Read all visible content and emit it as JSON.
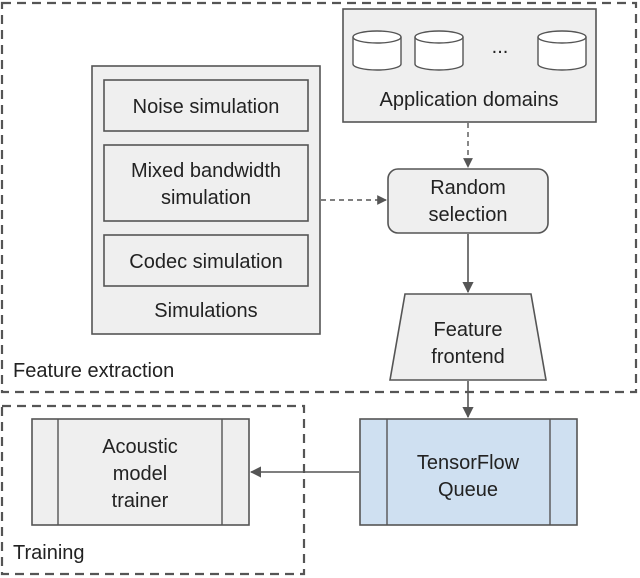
{
  "regions": {
    "feature_extraction": "Feature extraction",
    "training": "Training"
  },
  "nodes": {
    "application_domains": "Application domains",
    "ellipsis": "...",
    "simulations": "Simulations",
    "noise_simulation": "Noise simulation",
    "mixed_bandwidth_line1": "Mixed bandwidth",
    "mixed_bandwidth_line2": "simulation",
    "codec_simulation": "Codec simulation",
    "random_selection_line1": "Random",
    "random_selection_line2": "selection",
    "feature_frontend_line1": "Feature",
    "feature_frontend_line2": "frontend",
    "tensorflow_queue_line1": "TensorFlow",
    "tensorflow_queue_line2": "Queue",
    "acoustic_line1": "Acoustic",
    "acoustic_line2": "model",
    "acoustic_line3": "trainer"
  },
  "colors": {
    "box_fill": "#efefef",
    "queue_fill": "#cfe0f1",
    "stroke": "#555555",
    "text": "#222222"
  }
}
